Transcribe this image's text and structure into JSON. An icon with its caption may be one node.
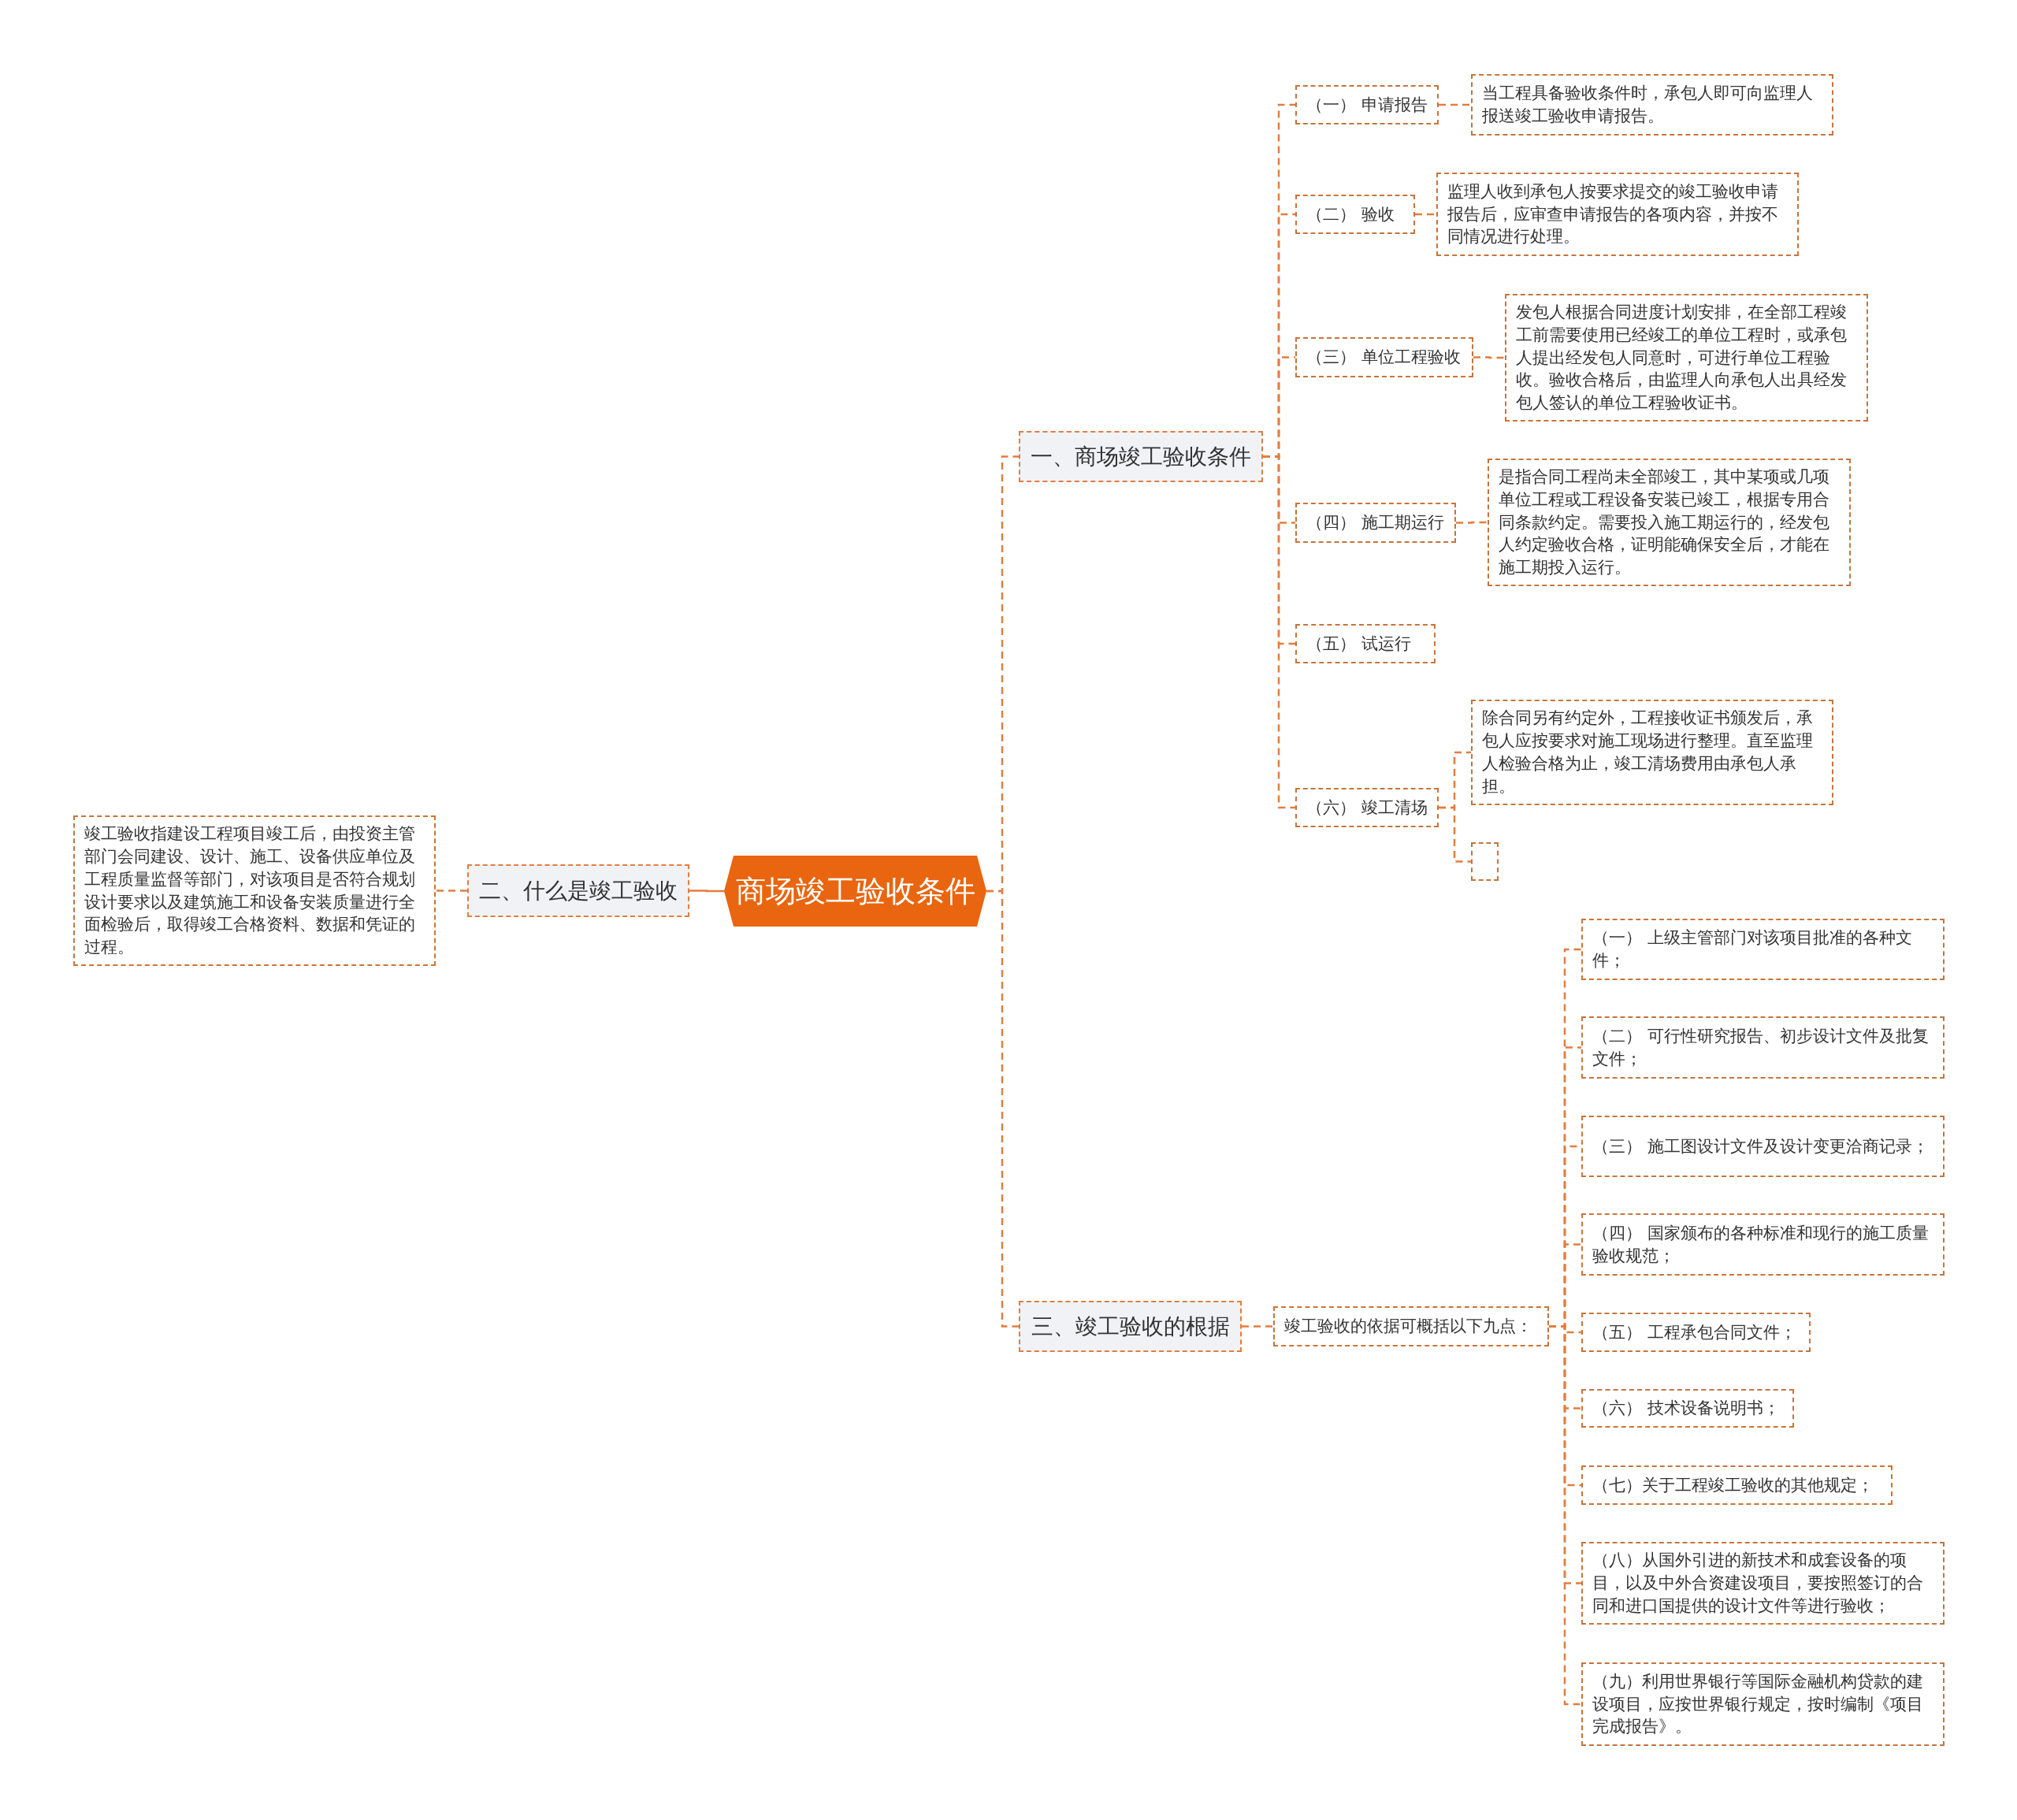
{
  "diagram": {
    "nodes": [
      {
        "text": [
          "商场竣工验收条件"
        ]
      },
      {
        "text": [
          "一、商场竣工验收条件"
        ]
      },
      {
        "text": [
          "（一） 申请报告"
        ]
      },
      {
        "text": [
          "当工程具备验收条件时，承包人即可向监理人报送竣工验收申请报告。"
        ]
      },
      {
        "text": [
          "（二） 验收"
        ]
      },
      {
        "text": [
          "监理人收到承包人按要求提交的竣工验收申请报告后，应审查申请报告的各项内容，并按不同情况进行处理。"
        ]
      },
      {
        "text": [
          "（三） 单位工程验收"
        ]
      },
      {
        "text": [
          "发包人根据合同进度计划安排，在全部工程竣工前需要使用已经竣工的单位工程时，或承包人提出经发包人同意时，可进行单位工程验收。验收合格后，由监理人向承包人出具经发包人签认的单位工程验收证书。"
        ]
      },
      {
        "text": [
          "（四） 施工期运行"
        ]
      },
      {
        "text": [
          "是指合同工程尚未全部竣工，其中某项或几项单位工程或工程设备安装已竣工，根据专用合同条款约定。需要投入施工期运行的，经发包人约定验收合格，证明能确保安全后，才能在施工期投入运行。"
        ]
      },
      {
        "text": [
          "（五） 试运行"
        ]
      },
      {
        "text": [
          "（六） 竣工清场"
        ]
      },
      {
        "text": [
          "除合同另有约定外，工程接收证书颁发后，承包人应按要求对施工现场进行整理。直至监理人检验合格为止，竣工清场费用由承包人承担。"
        ]
      },
      {
        "text": [],
        "shape": "box"
      },
      {
        "text": [
          "二、什么是竣工验收"
        ]
      },
      {
        "text": [
          "竣工验收指建设工程项目竣工后，由投资主管部门会同建设、设计、施工、设备供应单位及工程质量监督等部门，对该项目是否符合规划设计要求以及建筑施工和设备安装质量进行全面检验后，取得竣工合格资料、数据和凭证的过程。"
        ]
      },
      {
        "text": [
          "三、竣工验收的根据"
        ]
      },
      {
        "text": [
          "竣工验收的依据可概括以下九点："
        ]
      },
      {
        "text": [
          "（一） 上级主管部门对该项目批准的各种文件；"
        ]
      },
      {
        "text": [
          "（二） 可行性研究报告、初步设计文件及批复文件；"
        ]
      },
      {
        "text": [
          "（三） 施工图设计文件及设计变更洽商记录；"
        ]
      },
      {
        "text": [
          "（四） 国家颁布的各种标准和现行的施工质量验收规范；"
        ]
      },
      {
        "text": [
          "（五） 工程承包合同文件；"
        ]
      },
      {
        "text": [
          "（六） 技术设备说明书；"
        ]
      },
      {
        "text": [
          "（七）关于工程竣工验收的其他规定；"
        ]
      },
      {
        "text": [
          "（八）从国外引进的新技术和成套设备的项目，以及中外合资建设项目，要按照签订的合同和进口国提供的设计文件等进行验收；"
        ]
      },
      {
        "text": [
          "（九）利用世界银行等国际金融机构贷款的建设项目，应按世界银行规定，按时编制《项目完成报告》。"
        ]
      }
    ],
    "edges": [
      {
        "from": 0,
        "to": 1,
        "arrow": "none",
        "style": "dashed"
      },
      {
        "from": 1,
        "to": 2,
        "arrow": "none",
        "style": "dashed"
      },
      {
        "from": 2,
        "to": 3,
        "arrow": "none",
        "style": "dashed"
      },
      {
        "from": 1,
        "to": 4,
        "arrow": "none",
        "style": "dashed"
      },
      {
        "from": 4,
        "to": 5,
        "arrow": "none",
        "style": "dashed"
      },
      {
        "from": 1,
        "to": 6,
        "arrow": "none",
        "style": "dashed"
      },
      {
        "from": 6,
        "to": 7,
        "arrow": "none",
        "style": "dashed"
      },
      {
        "from": 1,
        "to": 8,
        "arrow": "none",
        "style": "dashed"
      },
      {
        "from": 8,
        "to": 9,
        "arrow": "none",
        "style": "dashed"
      },
      {
        "from": 1,
        "to": 10,
        "arrow": "none",
        "style": "dashed"
      },
      {
        "from": 1,
        "to": 11,
        "arrow": "none",
        "style": "dashed"
      },
      {
        "from": 11,
        "to": 12,
        "arrow": "none",
        "style": "dashed"
      },
      {
        "from": 11,
        "to": 13,
        "arrow": "none",
        "style": "dashed"
      },
      {
        "from": 0,
        "to": 14,
        "arrow": "none"
      },
      {
        "from": 14,
        "to": 15,
        "arrow": "none",
        "style": "dashed"
      },
      {
        "from": 0,
        "to": 16,
        "arrow": "none",
        "style": "dashed"
      },
      {
        "from": 16,
        "to": 17,
        "arrow": "none",
        "style": "dashed"
      },
      {
        "from": 17,
        "to": 18,
        "arrow": "none",
        "style": "dashed"
      },
      {
        "from": 17,
        "to": 19,
        "arrow": "none",
        "style": "dashed"
      },
      {
        "from": 17,
        "to": 20,
        "arrow": "none",
        "style": "dashed"
      },
      {
        "from": 17,
        "to": 21,
        "arrow": "none",
        "style": "dashed"
      },
      {
        "from": 17,
        "to": 22,
        "arrow": "none",
        "style": "dashed"
      },
      {
        "from": 17,
        "to": 23,
        "arrow": "none",
        "style": "dashed"
      },
      {
        "from": 17,
        "to": 24,
        "arrow": "none",
        "style": "dashed"
      },
      {
        "from": 17,
        "to": 25,
        "arrow": "none",
        "style": "dashed"
      },
      {
        "from": 17,
        "to": 26,
        "arrow": "none",
        "style": "dashed"
      }
    ]
  }
}
